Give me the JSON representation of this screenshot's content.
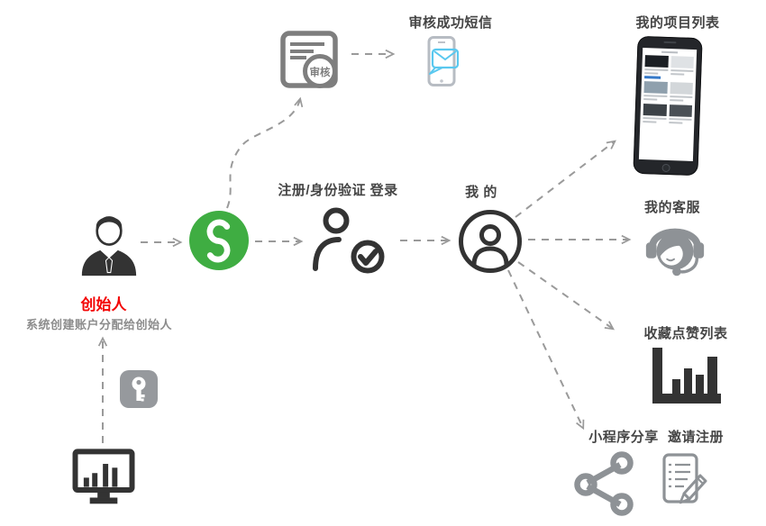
{
  "colors": {
    "accent_green": "#3fad42",
    "dark_icon": "#333333",
    "gray_icon": "#8e9296",
    "doc_gray": "#7e7e7e",
    "arrow_gray": "#9a9a9a",
    "sms_blue": "#5ac8ef",
    "founder_red": "#f30505",
    "label_dark": "#454545",
    "label_gray": "#8c8c8c",
    "phone_blue": "#3478c8"
  },
  "nodes": {
    "audit_doc": {
      "badge": "审核"
    },
    "audit_sms": {
      "label": "审核成功短信"
    },
    "my_projects": {
      "label": "我的项目列表"
    },
    "founder": {
      "label": "创始人",
      "note": "系统创建账户分配给创始人"
    },
    "register": {
      "label": "注册/身份验证 登录"
    },
    "mine": {
      "label": "我 的"
    },
    "customer_service": {
      "label": "我的客服"
    },
    "favorites": {
      "label": "收藏点赞列表"
    },
    "share": {
      "label": "小程序分享"
    },
    "invite": {
      "label": "邀请注册"
    }
  }
}
